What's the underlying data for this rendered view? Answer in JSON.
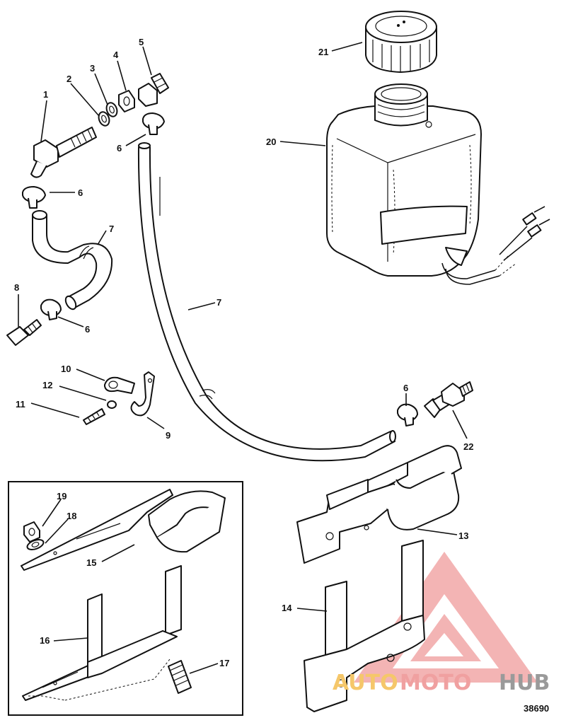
{
  "labels": {
    "p1": "1",
    "p2": "2",
    "p3": "3",
    "p4": "4",
    "p5": "5",
    "p6a": "6",
    "p6b": "6",
    "p6c": "6",
    "p6d": "6",
    "p7a": "7",
    "p7b": "7",
    "p8": "8",
    "p9": "9",
    "p10": "10",
    "p11": "11",
    "p12": "12",
    "p13": "13",
    "p14": "14",
    "p15": "15",
    "p16": "16",
    "p17": "17",
    "p18": "18",
    "p19": "19",
    "p20": "20",
    "p21": "21",
    "p22": "22"
  },
  "figure_number": "38690",
  "watermark": {
    "part1": "AUTO",
    "part2": "MOTO",
    "part3": "HUB",
    "color_primary": "#f0a0a0",
    "color_secondary": "#f5c76a",
    "color_tertiary": "#9a9a9a"
  }
}
